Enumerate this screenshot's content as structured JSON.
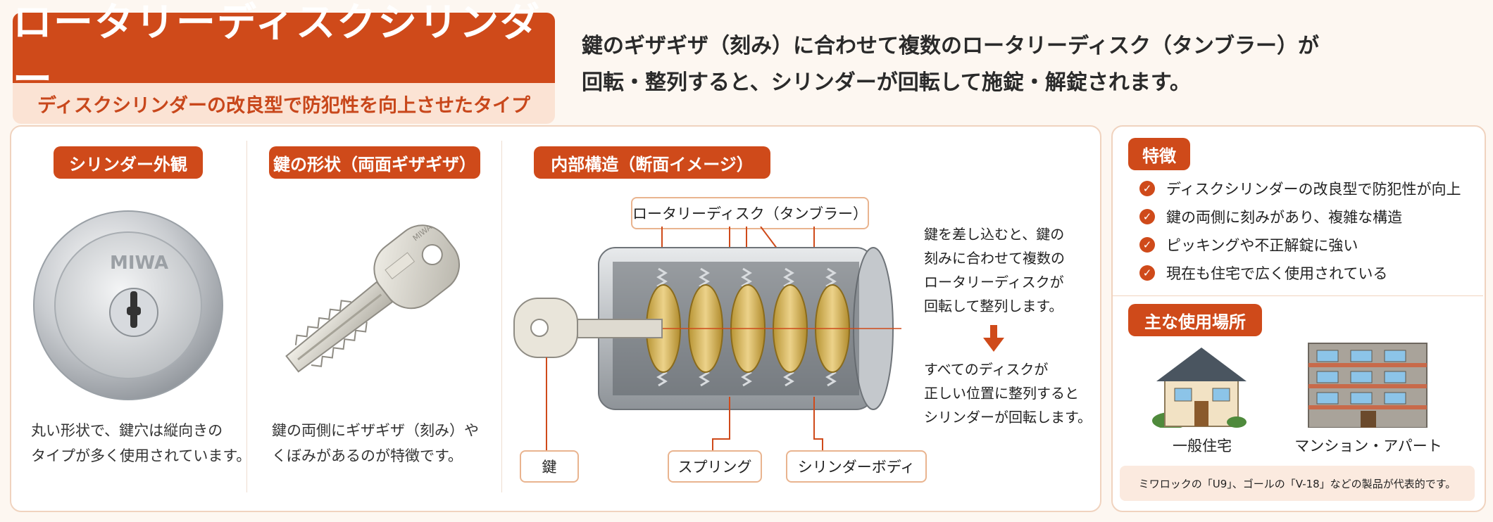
{
  "header": {
    "title": "ロータリーディスクシリンダー",
    "subtitle": "ディスクシリンダーの改良型で防犯性を向上させたタイプ",
    "intro_line1": "鍵のギザギザ（刻み）に合わせて複数のロータリーディスク（タンブラー）が",
    "intro_line2": "回転・整列すると、シリンダーが回転して施錠・解錠されます。"
  },
  "sections": {
    "exterior": {
      "heading": "シリンダー外観",
      "brand_mark": "MIWA",
      "caption_line1": "丸い形状で、鍵穴は縦向きの",
      "caption_line2": "タイプが多く使用されています。"
    },
    "key_shape": {
      "heading": "鍵の形状（両面ギザギザ）",
      "brand_mark": "MIWA",
      "caption_line1": "鍵の両側にギザギザ（刻み）や",
      "caption_line2": "くぼみがあるのが特徴です。"
    },
    "internal": {
      "heading": "内部構造（断面イメージ）",
      "label_disk": "ロータリーディスク（タンブラー）",
      "label_key": "鍵",
      "label_spring": "スプリング",
      "label_body": "シリンダーボディ",
      "note1_line1": "鍵を差し込むと、鍵の",
      "note1_line2": "刻みに合わせて複数の",
      "note1_line3": "ロータリーディスクが",
      "note1_line4": "回転して整列します。",
      "note2_line1": "すべてのディスクが",
      "note2_line2": "正しい位置に整列すると",
      "note2_line3": "シリンダーが回転します。"
    }
  },
  "features": {
    "heading": "特徴",
    "items": [
      "ディスクシリンダーの改良型で防犯性が向上",
      "鍵の両側に刻みがあり、複雑な構造",
      "ピッキングや不正解錠に強い",
      "現在も住宅で広く使用されている"
    ],
    "check_icon": "check-circle-icon"
  },
  "usage": {
    "heading": "主な使用場所",
    "house_label": "一般住宅",
    "apartment_label": "マンション・アパート",
    "footnote": "ミワロックの「U9」、ゴールの「V-18」などの製品が代表的です。"
  },
  "colors": {
    "accent": "#cf4a1a",
    "accent_light": "#fbe3d4",
    "background": "#fdf7f1"
  }
}
